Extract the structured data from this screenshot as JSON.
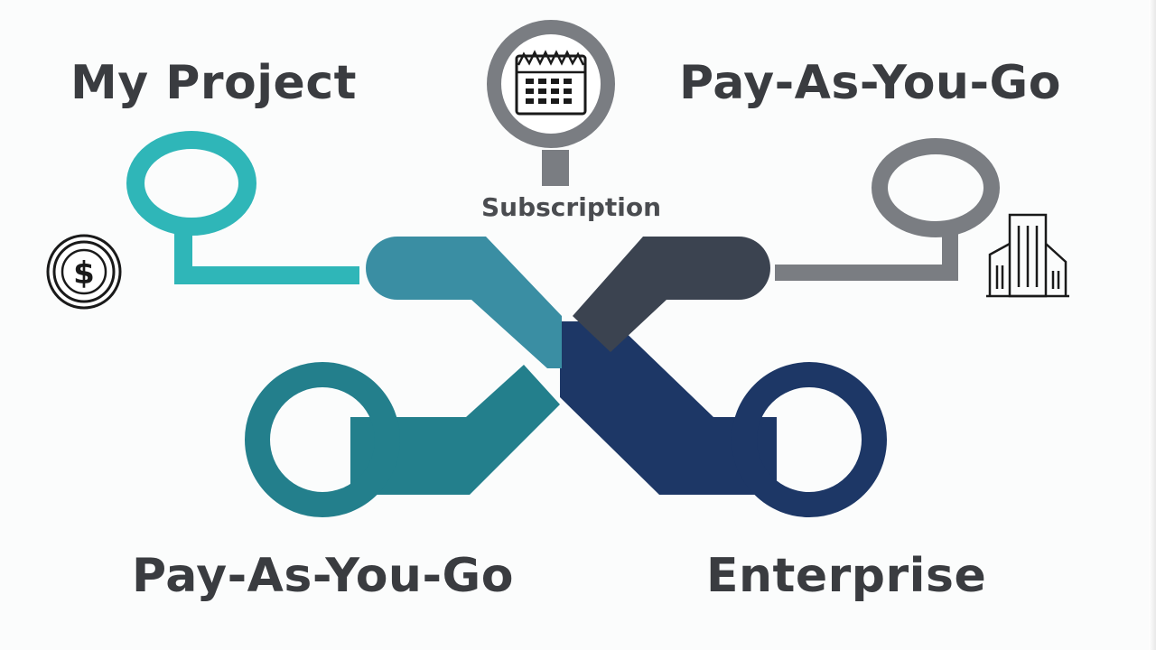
{
  "colors": {
    "teal_light": "#2fb6b8",
    "teal_mid": "#3a8ea3",
    "teal_dark": "#237f8c",
    "slate": "#3b4350",
    "navy": "#1d3766",
    "gray": "#7a7d82",
    "text": "#3a3c40"
  },
  "labels": {
    "top_left": "My Project",
    "top_right": "Pay-As-You-Go",
    "center_top": "Subscription",
    "bottom_left": "Pay-As-You-Go",
    "bottom_right": "Enterprise"
  },
  "icons": {
    "left": "dollar-coin-icon",
    "center_top": "calendar-icon",
    "right": "office-building-icon"
  }
}
